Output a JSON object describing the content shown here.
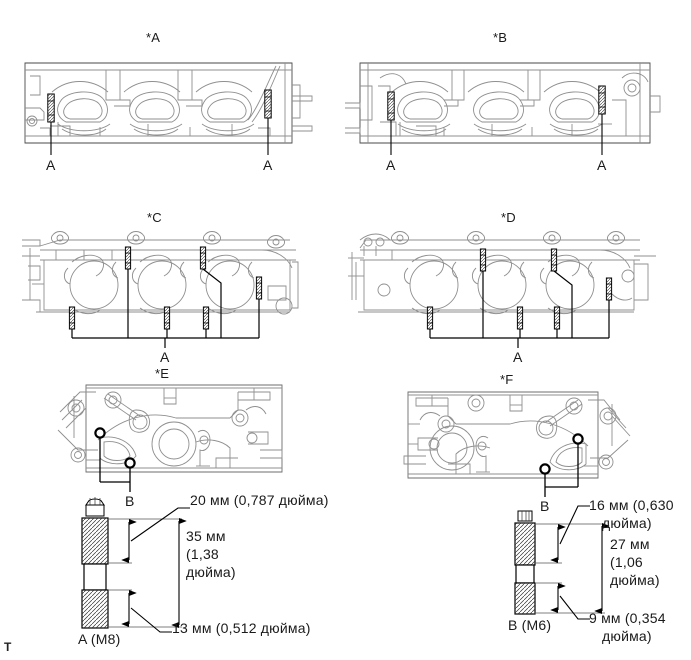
{
  "document": {
    "type": "technical-illustration",
    "background_color": "#ffffff",
    "line_color_thin": "#8a8a8a",
    "line_color_bold": "#000000",
    "corner_mark": "T"
  },
  "panels": [
    {
      "id": "panel-a",
      "title": "*A",
      "view": "cylinder-head-side-view",
      "callouts": [
        {
          "label": "A",
          "position": "left"
        },
        {
          "label": "A",
          "position": "right"
        }
      ]
    },
    {
      "id": "panel-b",
      "title": "*B",
      "view": "cylinder-head-side-view",
      "callouts": [
        {
          "label": "A",
          "position": "left"
        },
        {
          "label": "A",
          "position": "right"
        }
      ]
    },
    {
      "id": "panel-c",
      "title": "*C",
      "view": "cylinder-head-top-view",
      "callouts": [
        {
          "label": "A",
          "position": "center-bottom"
        }
      ]
    },
    {
      "id": "panel-d",
      "title": "*D",
      "view": "cylinder-head-top-view",
      "callouts": [
        {
          "label": "A",
          "position": "center-bottom"
        }
      ]
    },
    {
      "id": "panel-e",
      "title": "*E",
      "view": "cylinder-block-side-view",
      "callouts": [
        {
          "label": "B",
          "position": "bottom"
        }
      ]
    },
    {
      "id": "panel-f",
      "title": "*F",
      "view": "cylinder-block-side-view",
      "callouts": [
        {
          "label": "B",
          "position": "bottom"
        }
      ]
    }
  ],
  "stud_details": [
    {
      "id": "stud-a",
      "name_label": "A (M8)",
      "dimensions": {
        "upper_thread": "20 мм (0,787 дюйма)",
        "total_length": "35 мм\n(1,38\nдюйма)",
        "total_length_lines": [
          "35 мм",
          "(1,38",
          "дюйма)"
        ],
        "lower_thread": "13 мм (0,512 дюйма)"
      }
    },
    {
      "id": "stud-b",
      "name_label": "B (M6)",
      "dimensions": {
        "upper_thread": "16 мм (0,630\nдюйма)",
        "upper_thread_lines": [
          "16 мм (0,630",
          "дюйма)"
        ],
        "total_length": "27 мм\n(1,06\nдюйма)",
        "total_length_lines": [
          "27 мм",
          "(1,06",
          "дюйма)"
        ],
        "lower_thread": "9 мм (0,354\nдюйма)",
        "lower_thread_lines": [
          "9 мм (0,354",
          "дюйма)"
        ]
      }
    }
  ]
}
